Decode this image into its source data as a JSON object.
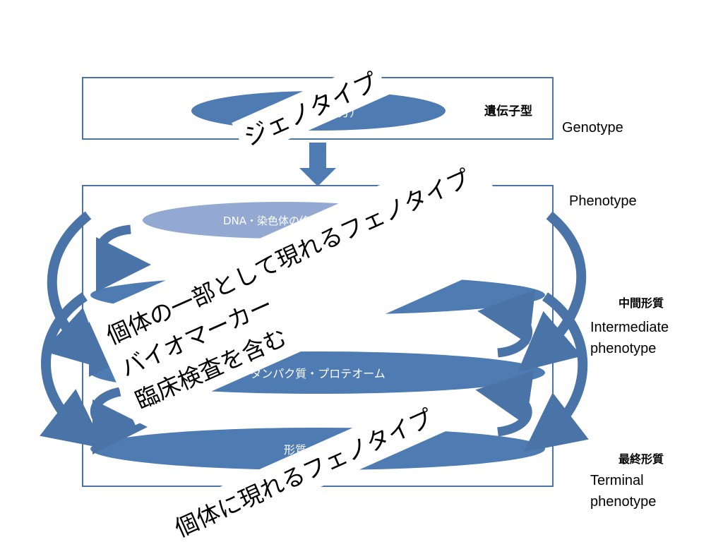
{
  "genotype": {
    "ellipse_text": "DNA（一部分）",
    "jp_label": "遺伝子型",
    "en_label": "Genotype"
  },
  "phenotype": {
    "en_label": "Phenotype",
    "layers": {
      "dna_modification": "DNA・染色体の修飾など",
      "protein": "タンパク質・プロテオーム",
      "trait": "形質・表現型"
    }
  },
  "intermediate": {
    "jp_label": "中間形質",
    "en_label_line1": "Intermediate",
    "en_label_line2": "phenotype"
  },
  "terminal": {
    "jp_label": "最終形質",
    "en_label_line1": "Terminal",
    "en_label_line2": "phenotype"
  },
  "callouts": {
    "genotype_banner": "ジェノタイプ",
    "partial_line1": "個体の一部として現れるフェノタイプ",
    "partial_line2": "バイオマーカー",
    "partial_line3": "臨床検査を含む",
    "individual_banner": "個体に現れるフェノタイプ"
  },
  "colors": {
    "box_border": "#4a74a8",
    "ellipse_dark": "#4f7bb3",
    "ellipse_light": "#93a9d2",
    "arrow": "#4a74a8"
  }
}
